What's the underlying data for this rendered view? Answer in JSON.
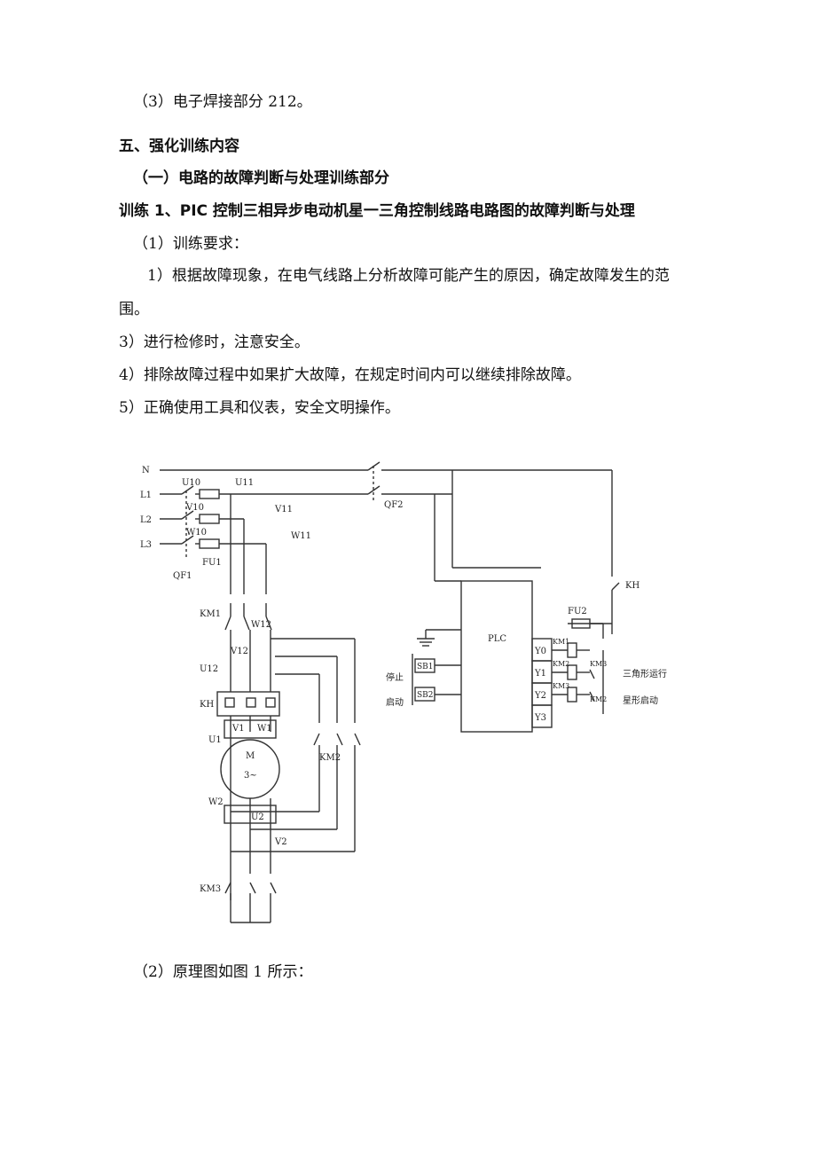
{
  "lines": {
    "l1": "（3）电子焊接部分 212。",
    "h1": "五、强化训练内容",
    "h2": "（一）电路的故障判断与处理训练部分",
    "h3": "训练 1、PIC 控制三相异步电动机星一三角控制线路电路图的故障判断与处理",
    "l2": "（1）训练要求：",
    "l3": "1）根据故障现象，在电气线路上分析故障可能产生的原因，确定故障发生的范",
    "l3b": "围。",
    "l4": "3）进行检修时，注意安全。",
    "l5": "4）排除故障过程中如果扩大故障，在规定时间内可以继续排除故障。",
    "l6": "5）正确使用工具和仪表，安全文明操作。",
    "l7": "（2）原理图如图 1 所示："
  },
  "diagram": {
    "N": "N",
    "L1": "L1",
    "L2": "L2",
    "L3": "L3",
    "U10": "U10",
    "V10": "V10",
    "W10": "W10",
    "U11": "U11",
    "V11": "V11",
    "W11": "W11",
    "FU1": "FU1",
    "QF1": "QF1",
    "QF2": "QF2",
    "KM1": "KM1",
    "W12": "W12",
    "V12": "V12",
    "U12": "U12",
    "KH": "KH",
    "V1": "V1",
    "W1": "W1",
    "U1": "U1",
    "M": "M",
    "M3": "3~",
    "KM2": "KM2",
    "W2": "W2",
    "U2": "U2",
    "V2": "V2",
    "KM3": "KM3",
    "PLC": "PLC",
    "FU2": "FU2",
    "KH2": "KH",
    "Y0": "Y0",
    "Y1": "Y1",
    "Y2": "Y2",
    "Y3": "Y3",
    "coil1": "KM1",
    "coil2": "KM2",
    "coil3": "KM3",
    "il1": "KM3",
    "il2": "KM2",
    "SB1": "SB1",
    "SB2": "SB2",
    "stop": "停止",
    "start": "启动",
    "delta_run": "三角形运行",
    "star_start": "星形启动"
  }
}
